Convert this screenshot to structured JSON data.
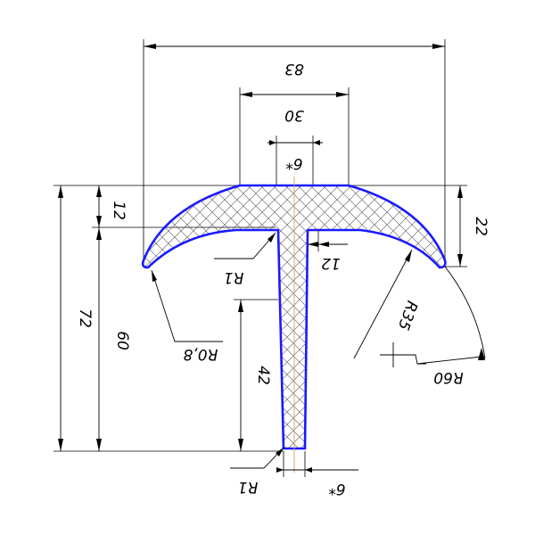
{
  "drawing": {
    "profile_color": "#1a1aff",
    "axis_color": "#e39a5a",
    "dimensions": {
      "overall_width": "83",
      "head_width": "30",
      "stem_top_width": "6*",
      "stem_bottom_width": "6*",
      "total_height": "72",
      "height_to_head": "60",
      "head_thickness": "12",
      "wing_drop": "22",
      "shoulder": "12",
      "stem_length": "42",
      "fillet_radius": "R1",
      "stem_end_radius": "R1",
      "tip_radius": "R0,8",
      "inner_radius": "R35",
      "outer_radius": "R60"
    }
  }
}
